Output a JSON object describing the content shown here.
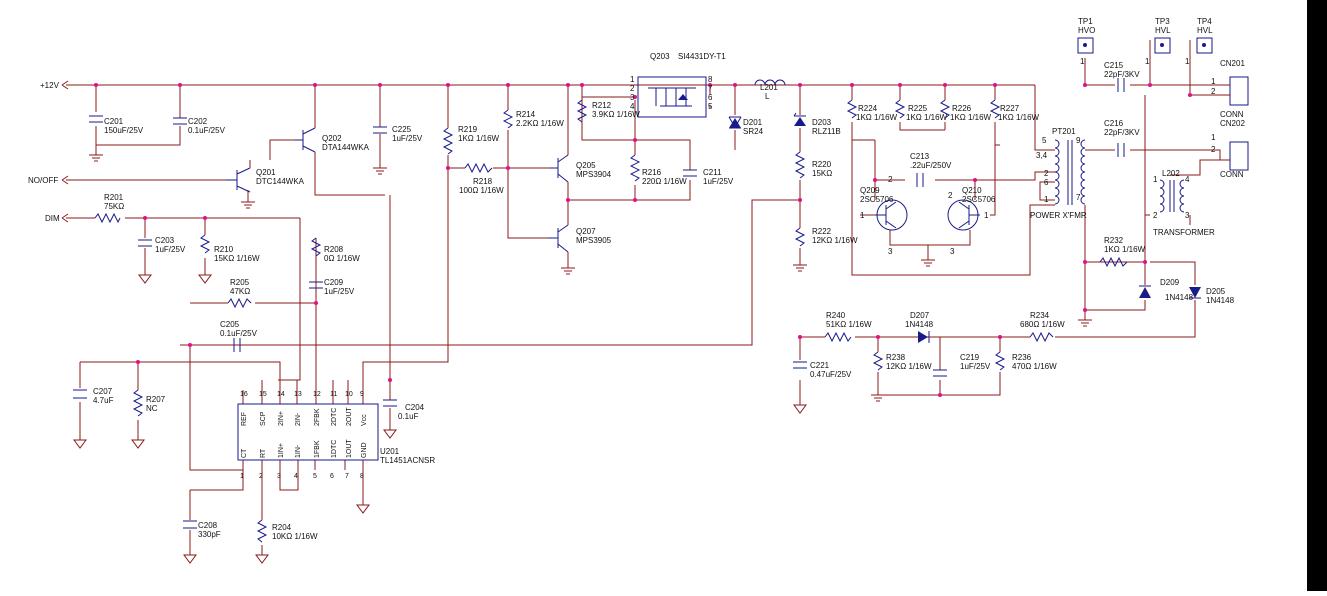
{
  "nets": {
    "v12": "+12V",
    "no_off": "NO/OFF",
    "dim": "DIM"
  },
  "components": {
    "C201": {
      "ref": "C201",
      "val": "150uF/25V"
    },
    "C202": {
      "ref": "C202",
      "val": "0.1uF/25V"
    },
    "Q202": {
      "ref": "Q202",
      "val": "DTA144WKA"
    },
    "Q201": {
      "ref": "Q201",
      "val": "DTC144WKA"
    },
    "C225": {
      "ref": "C225",
      "val": "1uF/25V"
    },
    "R219": {
      "ref": "R219",
      "val": "1KΩ 1/16W"
    },
    "R218": {
      "ref": "R218",
      "val": "100Ω 1/16W"
    },
    "R214": {
      "ref": "R214",
      "val": "2.2KΩ 1/16W"
    },
    "Q205": {
      "ref": "Q205",
      "val": "MPS3904"
    },
    "Q207": {
      "ref": "Q207",
      "val": "MPS3905"
    },
    "Q203": {
      "ref": "Q203",
      "val": "SI4431DY-T1"
    },
    "R212": {
      "ref": "R212",
      "val": "3.9KΩ 1/16W"
    },
    "R216": {
      "ref": "R216",
      "val": "220Ω 1/16W"
    },
    "C211": {
      "ref": "C211",
      "val": "1uF/25V"
    },
    "D201": {
      "ref": "D201",
      "val": "SR24"
    },
    "L201": {
      "ref": "L201",
      "val": "L"
    },
    "D203": {
      "ref": "D203",
      "val": "RLZ11B"
    },
    "R220": {
      "ref": "R220",
      "val": "15KΩ"
    },
    "R222": {
      "ref": "R222",
      "val": "12KΩ 1/16W"
    },
    "R224": {
      "ref": "R224",
      "val": "1KΩ 1/16W"
    },
    "R225": {
      "ref": "R225",
      "val": "1KΩ 1/16W"
    },
    "R226": {
      "ref": "R226",
      "val": "1KΩ 1/16W"
    },
    "R227": {
      "ref": "R227",
      "val": "1KΩ 1/16W"
    },
    "C213": {
      "ref": "C213",
      "val": ".22uF/250V"
    },
    "Q209": {
      "ref": "Q209",
      "val": "2SC5706"
    },
    "Q210": {
      "ref": "Q210",
      "val": "2SC5706"
    },
    "PT201": {
      "ref": "PT201",
      "val": "POWER X'FMR"
    },
    "C215": {
      "ref": "C215",
      "val": "22pF/3KV"
    },
    "C216": {
      "ref": "C216",
      "val": "22pF/3KV"
    },
    "CN201": {
      "ref": "CN201",
      "val": "CONN"
    },
    "CN202": {
      "ref": "CN202",
      "val": "CONN"
    },
    "L202": {
      "ref": "L202",
      "val": "TRANSFORMER"
    },
    "TP1": {
      "ref": "TP1",
      "val": "HVO"
    },
    "TP3": {
      "ref": "TP3",
      "val": "HVL"
    },
    "TP4": {
      "ref": "TP4",
      "val": "HVL"
    },
    "R232": {
      "ref": "R232",
      "val": "1KΩ 1/16W"
    },
    "D209": {
      "ref": "D209",
      "val": "1N4148"
    },
    "D205": {
      "ref": "D205",
      "val": "1N4148"
    },
    "R201": {
      "ref": "R201",
      "val": "75KΩ"
    },
    "C203": {
      "ref": "C203",
      "val": "1uF/25V"
    },
    "R210": {
      "ref": "R210",
      "val": "15KΩ 1/16W"
    },
    "R208": {
      "ref": "R208",
      "val": "0Ω 1/16W"
    },
    "R205": {
      "ref": "R205",
      "val": "47KΩ"
    },
    "C209": {
      "ref": "C209",
      "val": "1uF/25V"
    },
    "C205": {
      "ref": "C205",
      "val": "0.1uF/25V"
    },
    "C207": {
      "ref": "C207",
      "val": "4.7uF"
    },
    "R207": {
      "ref": "R207",
      "val": "NC"
    },
    "C204": {
      "ref": "C204",
      "val": "0.1uF"
    },
    "U201": {
      "ref": "U201",
      "val": "TL1451ACNSR"
    },
    "C208": {
      "ref": "C208",
      "val": "330pF"
    },
    "R204": {
      "ref": "R204",
      "val": "10KΩ 1/16W"
    },
    "R240": {
      "ref": "R240",
      "val": "51KΩ 1/16W"
    },
    "D207": {
      "ref": "D207",
      "val": "1N4148"
    },
    "R234": {
      "ref": "R234",
      "val": "680Ω 1/16W"
    },
    "C221": {
      "ref": "C221",
      "val": "0.47uF/25V"
    },
    "R238": {
      "ref": "R238",
      "val": "12KΩ 1/16W"
    },
    "C219": {
      "ref": "C219",
      "val": "1uF/25V"
    },
    "R236": {
      "ref": "R236",
      "val": "470Ω 1/16W"
    }
  },
  "ic_pins_top": [
    {
      "num": "16",
      "name": "REF"
    },
    {
      "num": "15",
      "name": "SCP"
    },
    {
      "num": "14",
      "name": "2IN+"
    },
    {
      "num": "13",
      "name": "2IN-"
    },
    {
      "num": "12",
      "name": "2FBK"
    },
    {
      "num": "11",
      "name": "2DTC"
    },
    {
      "num": "10",
      "name": "2OUT"
    },
    {
      "num": "9",
      "name": "Vcc"
    }
  ],
  "ic_pins_bottom": [
    {
      "num": "1",
      "name": "CT"
    },
    {
      "num": "2",
      "name": "RT"
    },
    {
      "num": "3",
      "name": "1IN+"
    },
    {
      "num": "4",
      "name": "1IN-"
    },
    {
      "num": "5",
      "name": "1FBK"
    },
    {
      "num": "6",
      "name": "1DTC"
    },
    {
      "num": "7",
      "name": "1OUT"
    },
    {
      "num": "8",
      "name": "GND"
    }
  ],
  "pin_numbers": {
    "q203": [
      "1",
      "2",
      "3",
      "4",
      "8",
      "7",
      "6",
      "5"
    ],
    "pt201": [
      "5",
      "3,4",
      "2",
      "6",
      "1",
      "9",
      "7"
    ],
    "cn201": [
      "1",
      "2"
    ],
    "cn202": [
      "1",
      "2"
    ],
    "l202": [
      "1",
      "4",
      "2",
      "3"
    ],
    "q209": [
      "2",
      "1",
      "3"
    ],
    "q210": [
      "2",
      "1",
      "3"
    ],
    "tp": [
      "1",
      "1",
      "1"
    ]
  }
}
